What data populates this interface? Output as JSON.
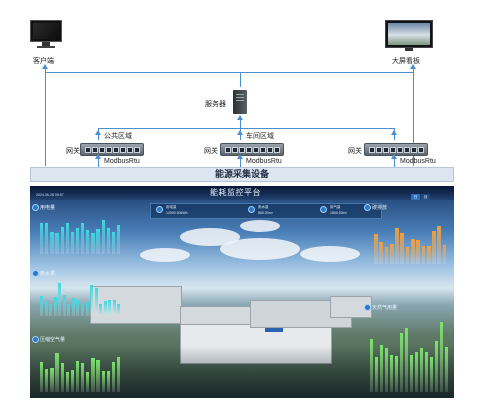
{
  "clients": {
    "left_label": "客户端",
    "right_label": "大屏看板"
  },
  "server": {
    "label": "服务器"
  },
  "gateways": [
    {
      "label": "网关",
      "area": "公共区域",
      "protocol": "ModbusRtu"
    },
    {
      "label": "网关",
      "area": "车间区域",
      "protocol": "ModbusRtu"
    },
    {
      "label": "网关",
      "area": "",
      "protocol": "ModbusRtu"
    }
  ],
  "acquisition_band": {
    "label": "能源采集设备"
  },
  "dashboard": {
    "title": "能耗监控平台",
    "date": "2024-06-28 09:57",
    "left_panels": [
      "用电量",
      "用水量",
      "压缩空气量"
    ],
    "right_panels": [
      "碳排放",
      "天然气用量"
    ],
    "kpis": [
      {
        "name": "用电量",
        "value": "12000.00kWh"
      },
      {
        "name": "用水量",
        "value": "560.00m³"
      },
      {
        "name": "用气量",
        "value": "1800.00m³"
      }
    ],
    "buttons": [
      "日",
      "月"
    ],
    "colors": {
      "cyan": "#3fd8e0",
      "green": "#7be36a",
      "orange": "#f2a03a"
    }
  }
}
